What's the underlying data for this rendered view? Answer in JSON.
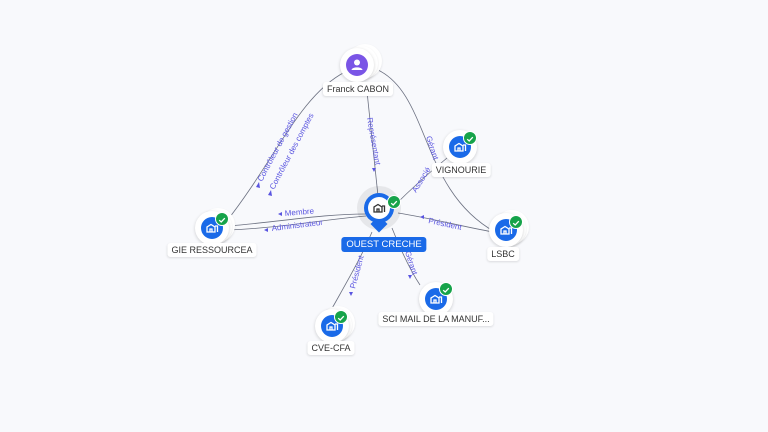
{
  "colors": {
    "company": "#1a6ae8",
    "person": "#7a55e6",
    "verified": "#16a34a",
    "edge_label": "#5a55e0"
  },
  "nodes": {
    "franck": {
      "label": "Franck CABON",
      "type": "person",
      "icon": "person-icon"
    },
    "ouest": {
      "label": "OUEST CRECHE",
      "type": "company-main",
      "icon": "building-icon",
      "verified": true
    },
    "vignourie": {
      "label": "VIGNOURIE",
      "type": "company",
      "icon": "building-icon",
      "verified": true
    },
    "lsbc": {
      "label": "LSBC",
      "type": "company",
      "icon": "building-icon",
      "verified": true
    },
    "gie": {
      "label": "GIE RESSOURCEA",
      "type": "company",
      "icon": "building-icon",
      "verified": true
    },
    "cve": {
      "label": "CVE-CFA",
      "type": "company",
      "icon": "building-icon",
      "verified": true
    },
    "sci": {
      "label": "SCI MAIL DE LA MANUF...",
      "type": "company",
      "icon": "building-icon",
      "verified": true
    }
  },
  "edges": {
    "franck_gie_1": "Contrôleur de gestion",
    "franck_gie_2": "Contrôleur des comptes",
    "franck_ouest": "Représentant",
    "franck_lsbc": "Gérant",
    "vignourie_ouest": "Associé",
    "ouest_gie_1": "Membre",
    "ouest_gie_2": "Administrateur",
    "lsbc_ouest": "Président",
    "cve_ouest": "Président",
    "sci_ouest": "Gérant"
  }
}
